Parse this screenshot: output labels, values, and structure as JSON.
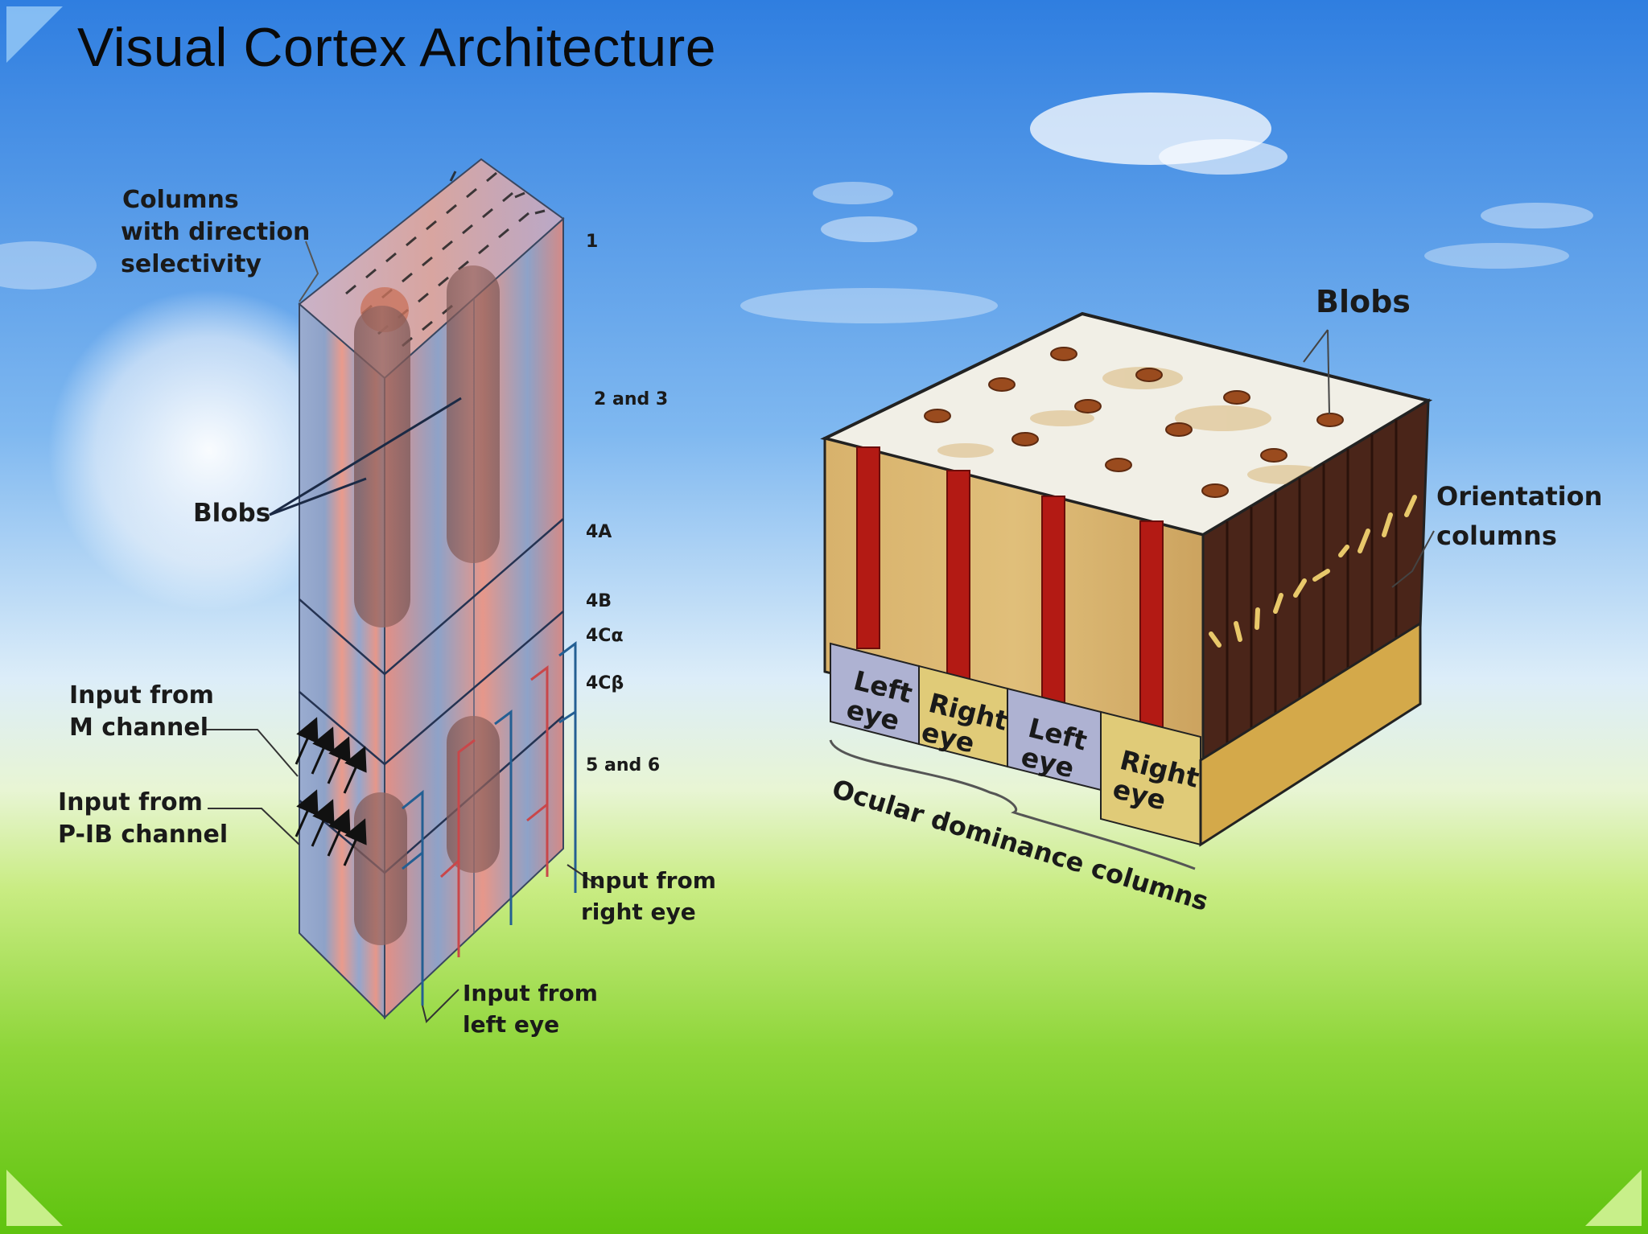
{
  "title": "Visual Cortex Architecture",
  "colors": {
    "sky_top": "#2f7ee0",
    "sky_mid": "#9fcdf4",
    "grass_top": "#c9ec83",
    "grass_bottom": "#5fc30f",
    "column_blue": "#8fa3c8",
    "column_red": "#e89a8a",
    "blob": "#8c5a52",
    "block_tan": "#d6b06a",
    "block_red": "#b31a14",
    "block_brown": "#4a2519",
    "left_eye_fill": "#aeb2d2",
    "right_eye_fill": "#e0cb78"
  },
  "left_diagram": {
    "columns_label": [
      "Columns",
      "with direction",
      "selectivity"
    ],
    "blobs_label": "Blobs",
    "layers": [
      "1",
      "2 and 3",
      "4A",
      "4B",
      "4Cα",
      "4Cβ",
      "5 and 6"
    ],
    "input_m": [
      "Input from",
      "M channel"
    ],
    "input_p": [
      "Input from",
      "P-IB channel"
    ],
    "input_right": [
      "Input from",
      "right eye"
    ],
    "input_left": [
      "Input from",
      "left eye"
    ]
  },
  "right_diagram": {
    "blobs_label": "Blobs",
    "orientation_label": [
      "Orientation",
      "columns"
    ],
    "eye_strips": [
      [
        "Left",
        "eye"
      ],
      [
        "Right",
        "eye"
      ],
      [
        "Left",
        "eye"
      ],
      [
        "Right",
        "eye"
      ]
    ],
    "ocular_label": "Ocular dominance columns"
  }
}
